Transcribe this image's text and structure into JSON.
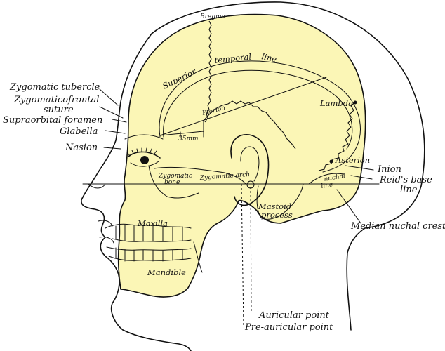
{
  "colors": {
    "skull_fill": "#fbf6b6",
    "ink": "#111111",
    "background": "#ffffff"
  },
  "labels": {
    "bregma": "Bregma",
    "superior": "Superior",
    "temporal": "temporal",
    "line": "line",
    "lambda": "Lambda",
    "zygomatic_tubercle": "Zygomatic tubercle",
    "zygomaticofrontal": "Zygomaticofrontal",
    "suture": "suture",
    "supraorbital_foramen": "Supraorbital foramen",
    "glabella": "Glabella",
    "nasion": "Nasion",
    "pterion": "Pterion",
    "measure_35mm": "35mm",
    "asterion": "Asterion",
    "inion": "Inion",
    "reids_base": "Reid's base",
    "reids_line": "line",
    "zygomatic_bone_1": "Zygomatic",
    "zygomatic_bone_2": "bone",
    "zygomatic_arch": "Zygomatic arch",
    "mastoid_1": "Mastoid",
    "mastoid_2": "process",
    "median_nuchal_crest": "Median nuchal crest",
    "nuchal_1": "nuchal",
    "nuchal_2": "line",
    "maxilla": "Maxilla",
    "mandible": "Mandible",
    "auricular_point": "Auricular point",
    "pre_auricular_point": "Pre-auricular point"
  }
}
